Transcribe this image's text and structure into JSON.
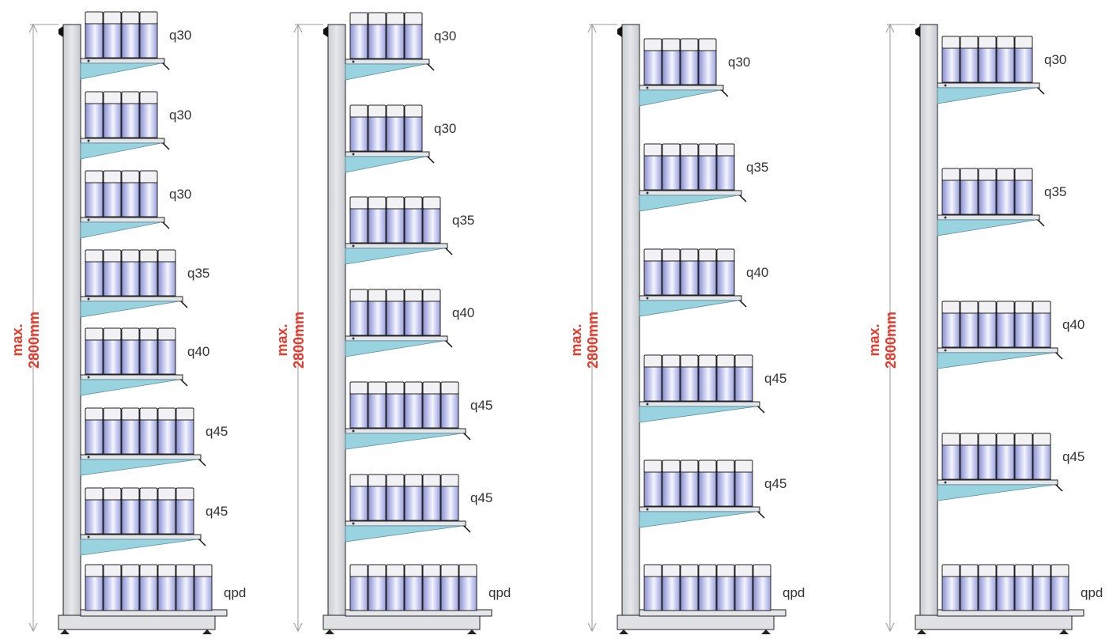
{
  "colors": {
    "dimension_text": "#e8392b",
    "upright": "#d7d9dc",
    "bracket": "#9ad3e0",
    "can_top": "#f2f2f4",
    "can_body_dark": "#8a8fd4",
    "can_body_light": "#f4f5ff",
    "outline": "#222222",
    "label": "#333333"
  },
  "units": [
    {
      "height_label_line1": "max.",
      "height_label_line2": "2800mm",
      "shelves": [
        {
          "label": "q30",
          "cans": 4
        },
        {
          "label": "q30",
          "cans": 4
        },
        {
          "label": "q30",
          "cans": 4
        },
        {
          "label": "q35",
          "cans": 5
        },
        {
          "label": "q40",
          "cans": 5
        },
        {
          "label": "q45",
          "cans": 6
        },
        {
          "label": "q45",
          "cans": 6
        },
        {
          "label": "qpd",
          "cans": 7
        }
      ]
    },
    {
      "height_label_line1": "max.",
      "height_label_line2": "2800mm",
      "shelves": [
        {
          "label": "q30",
          "cans": 4
        },
        {
          "label": "q30",
          "cans": 4
        },
        {
          "label": "q35",
          "cans": 5
        },
        {
          "label": "q40",
          "cans": 5
        },
        {
          "label": "q45",
          "cans": 6
        },
        {
          "label": "q45",
          "cans": 6
        },
        {
          "label": "qpd",
          "cans": 7
        }
      ]
    },
    {
      "height_label_line1": "max.",
      "height_label_line2": "2800mm",
      "shelves": [
        {
          "label": "q30",
          "cans": 4
        },
        {
          "label": "q35",
          "cans": 5
        },
        {
          "label": "q40",
          "cans": 5
        },
        {
          "label": "q45",
          "cans": 6
        },
        {
          "label": "q45",
          "cans": 6
        },
        {
          "label": "qpd",
          "cans": 7
        }
      ]
    },
    {
      "height_label_line1": "max.",
      "height_label_line2": "2800mm",
      "shelves": [
        {
          "label": "q30",
          "cans": 5
        },
        {
          "label": "q35",
          "cans": 5
        },
        {
          "label": "q40",
          "cans": 6
        },
        {
          "label": "q45",
          "cans": 6
        },
        {
          "label": "qpd",
          "cans": 7
        }
      ]
    }
  ]
}
